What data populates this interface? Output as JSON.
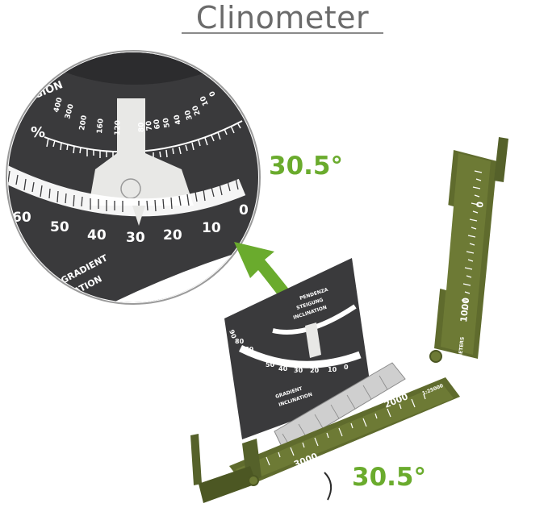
{
  "title": "Clinometer",
  "angle_readout_top": "30.5°",
  "angle_readout_bottom": "30.5°",
  "magnified_dial": {
    "top_scale_label": "INAGION",
    "percent_symbol": "%",
    "percent_ticks": [
      "400",
      "300",
      "200",
      "160",
      "120",
      "80",
      "70",
      "60",
      "50",
      "40",
      "30",
      "20",
      "10",
      "0"
    ],
    "degree_ticks": [
      "60",
      "50",
      "40",
      "30",
      "20",
      "10",
      "0"
    ],
    "bottom_label_1": "GRADIENT",
    "bottom_label_2": "INATION"
  },
  "device": {
    "dial_label_1": "PENDENZA",
    "dial_label_2": "STEIGUNG",
    "dial_label_3": "INCLINATION",
    "dial_degree_ticks": [
      "90",
      "80",
      "70",
      "60",
      "50",
      "40",
      "30",
      "20",
      "10",
      "0"
    ],
    "dial_bottom_1": "GRADIENT",
    "dial_bottom_2": "INCLINATION",
    "ruler_marks": [
      "3000",
      "2000",
      "1:25000"
    ],
    "lid_marks": [
      "0",
      "1000",
      "METERS"
    ]
  },
  "colors": {
    "accent_green": "#6aab2d",
    "dial_dark": "#3a3a3c",
    "olive": "#5f6b2d",
    "title_gray": "#6b6b6b"
  }
}
